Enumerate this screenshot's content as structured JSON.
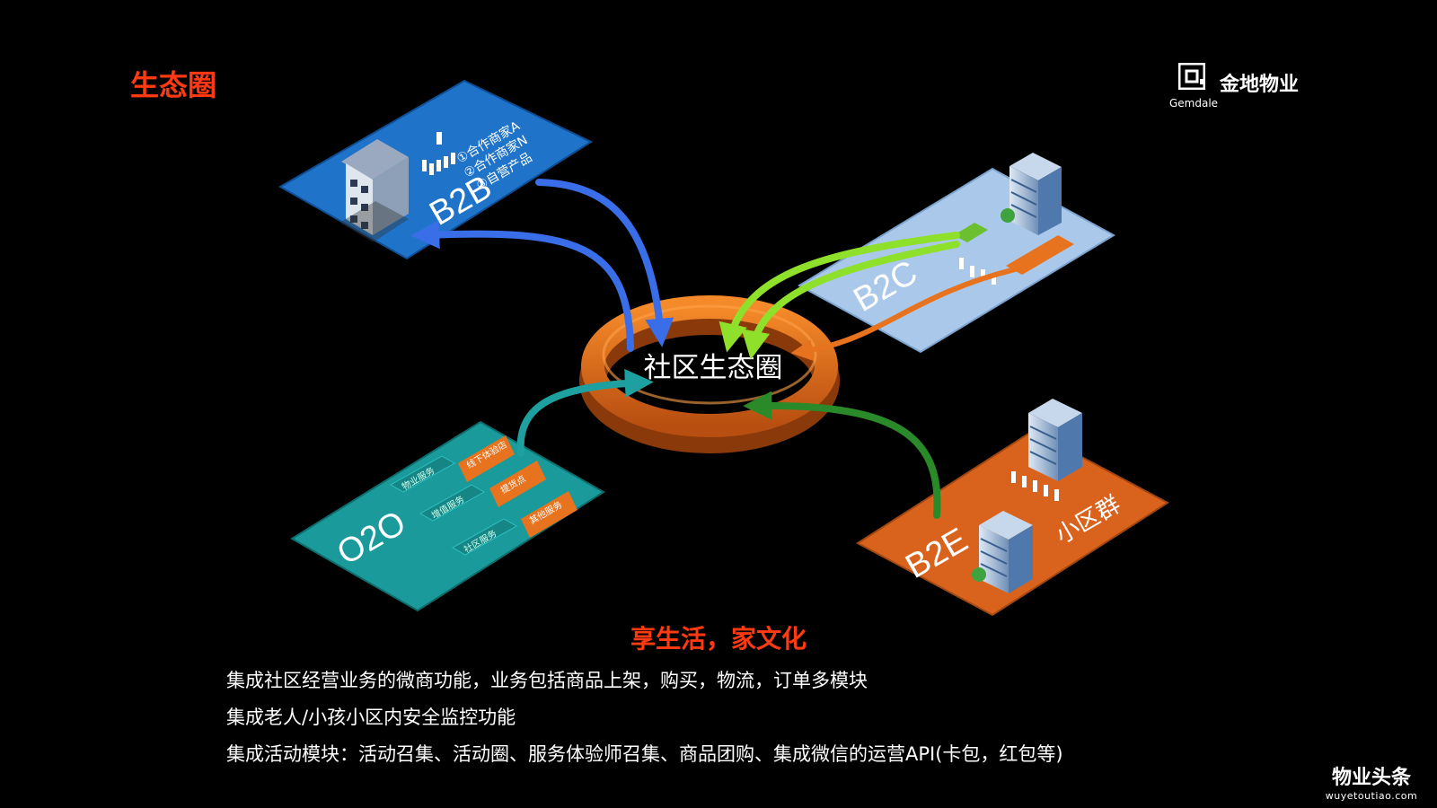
{
  "title": "生态圈",
  "brand": {
    "name": "金地物业",
    "en": "Gemdale"
  },
  "center": {
    "label": "社区生态圈"
  },
  "b2b": {
    "label": "B2B",
    "items": [
      "①合作商家A",
      "②合作商家N",
      "③自营产品"
    ]
  },
  "b2c": {
    "label": "B2C"
  },
  "o2o": {
    "label": "O2O",
    "tiles": [
      "物业服务",
      "增值服务",
      "社区服务"
    ],
    "tags": [
      "线下体验店",
      "提货点",
      "其他服务"
    ]
  },
  "b2e": {
    "label": "B2E",
    "sub": "小区群"
  },
  "slogan": "享生活，家文化",
  "bullets": [
    "集成社区经营业务的微商功能，业务包括商品上架，购买，物流，订单多模块",
    "集成老人/小孩小区内安全监控功能",
    "集成活动模块：活动召集、活动圈、服务体验师召集、商品团购、集成微信的运营API(卡包，红包等)"
  ],
  "watermark": {
    "cn": "物业头条",
    "en": "wuyetoutiao.com"
  },
  "colors": {
    "title_red": "#ff3a12",
    "b2b_blue": "#1f73c9",
    "b2c_light": "#aac9ea",
    "o2o_teal": "#1a9a9a",
    "b2e_orange": "#d9631d",
    "ring_orange": "#e8731e",
    "tag_orange": "#e8731e",
    "arrow_blue": "#3a6ee8",
    "arrow_green": "#8fe02a",
    "arrow_dark_green": "#2a8a2a",
    "arrow_teal": "#1ea0a0"
  }
}
